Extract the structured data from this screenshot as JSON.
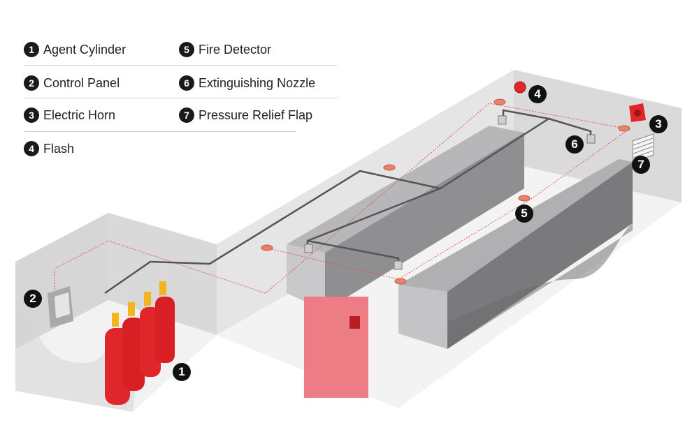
{
  "legend": {
    "items": [
      {
        "number": "1",
        "label": "Agent Cylinder"
      },
      {
        "number": "2",
        "label": "Control Panel"
      },
      {
        "number": "3",
        "label": "Electric Horn"
      },
      {
        "number": "4",
        "label": "Flash"
      },
      {
        "number": "5",
        "label": "Fire Detector"
      },
      {
        "number": "6",
        "label": "Extinguishing Nozzle"
      },
      {
        "number": "7",
        "label": "Pressure Relief Flap"
      }
    ]
  },
  "callouts": {
    "agent_cylinder": "1",
    "control_panel": "2",
    "electric_horn": "3",
    "flash": "4",
    "fire_detector": "5",
    "extinguishing_nozzle": "6",
    "pressure_relief_flap": "7"
  },
  "colors": {
    "accent_red": "#e0262b",
    "door_pink": "#ec7d84",
    "wall_grey": "#dcdcdc",
    "cabinet_grey": "#7d7d80",
    "detector_line": "#e35050"
  }
}
